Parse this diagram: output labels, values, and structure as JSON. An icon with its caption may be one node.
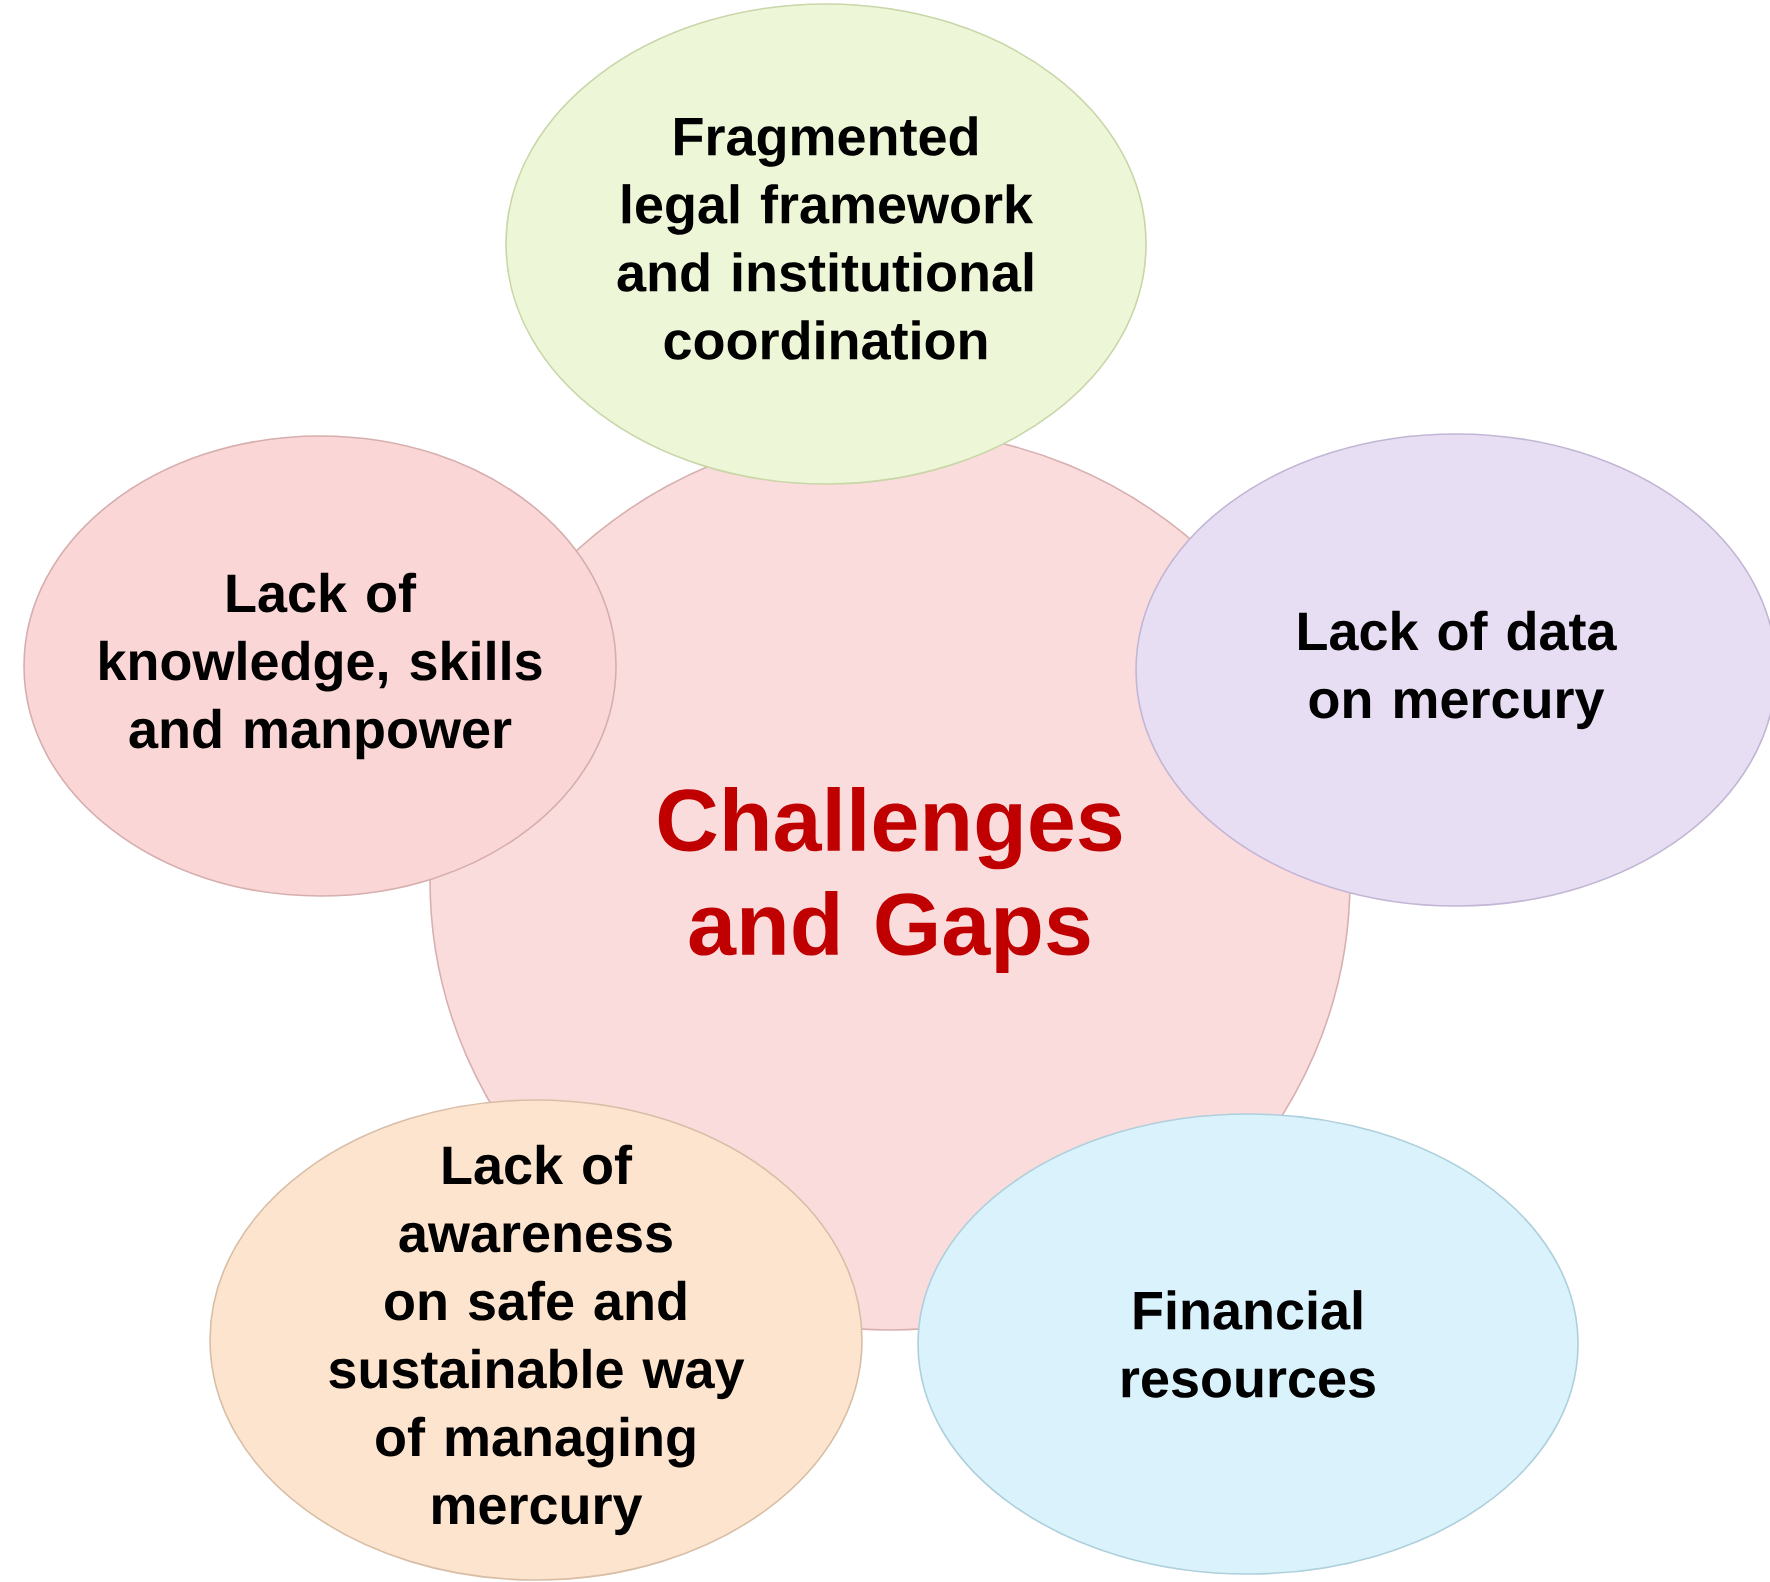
{
  "diagram": {
    "nodes": [
      {
        "text": [
          "Challenges and Gaps"
        ]
      },
      {
        "text": [
          "Fragmented legal framework and institutional coordination"
        ]
      },
      {
        "text": [
          "Lack of knowledge, skills and manpower"
        ]
      },
      {
        "text": [
          "Lack of data on mercury"
        ]
      },
      {
        "text": [
          "Lack of awareness on safe and sustainable way of managing mercury"
        ]
      },
      {
        "text": [
          "Financial resources"
        ]
      }
    ]
  }
}
